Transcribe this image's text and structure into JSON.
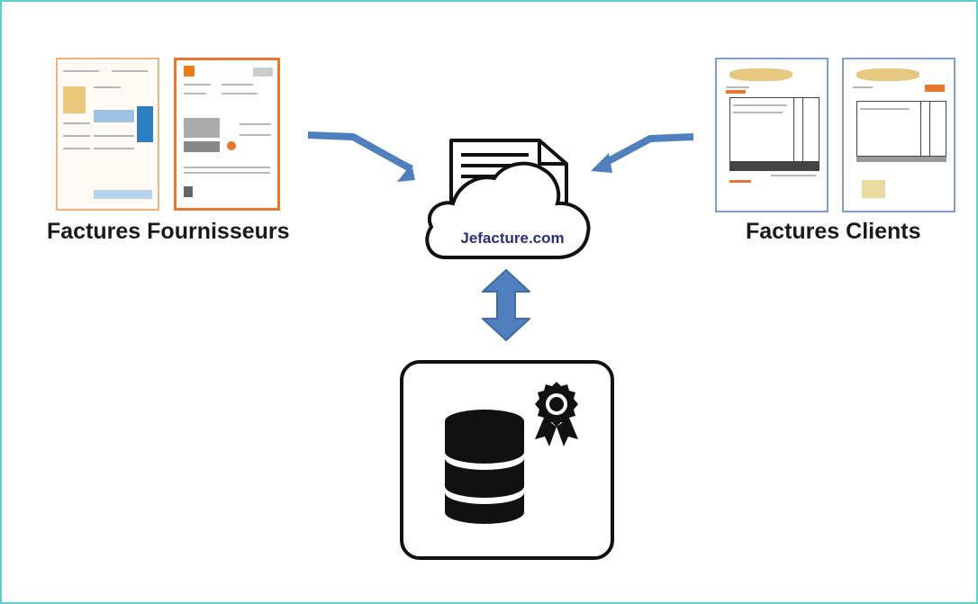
{
  "labels": {
    "supplier": "Factures Fournisseurs",
    "client": "Factures Clients",
    "cloud": "Jefacture.com"
  },
  "icons": [
    "supplier-invoice-icon",
    "client-invoice-icon",
    "cloud-document-icon",
    "double-arrow-icon",
    "database-icon",
    "certificate-ribbon-icon"
  ],
  "colors": {
    "frame": "#5fd0c8",
    "arrow": "#4f7fbd",
    "supplier_doc_border": "#f2b27a",
    "supplier_doc2_border": "#e8772e",
    "client_doc_border": "#7f9fc8",
    "cloud_text": "#2c2e7a"
  }
}
